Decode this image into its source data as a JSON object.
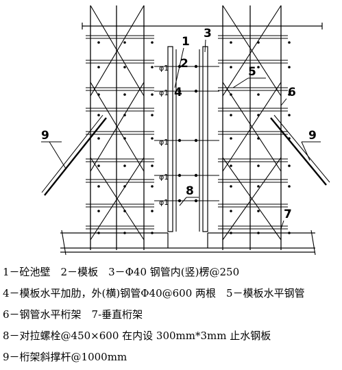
{
  "callouts": {
    "c1": "1",
    "c2": "2",
    "c3": "3",
    "c4": "4",
    "c5": "5",
    "c6": "6",
    "c7": "7",
    "c8": "8",
    "c9_left": "9",
    "c9_right": "9"
  },
  "pipe_marks": {
    "m1": "φ1",
    "m2": "φ1",
    "m3": "φ1",
    "m4": "φ1",
    "m5": "φ1"
  },
  "legend": [
    "1－砼池壁　2－模板　3－Φ40 钢管内(竖)楞@250",
    "4－模板水平加肋，外(横)钢管Φ40@600 两根　5－模板水平钢管",
    "6－钢管水平桁架　7-垂直桁架",
    "8－对拉螺栓@450×600 在内设 300mm*3mm 止水钢板",
    "9－桁架斜撑杆@1000mm"
  ]
}
